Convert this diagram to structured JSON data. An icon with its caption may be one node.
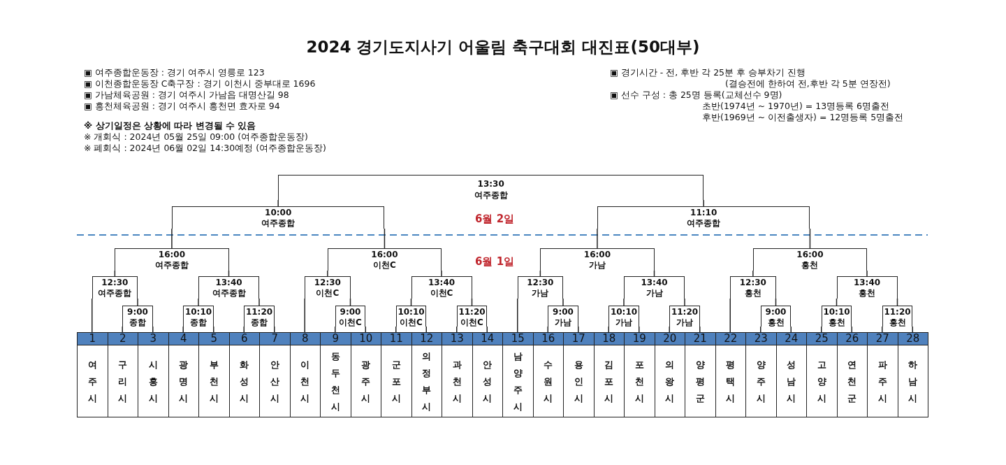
{
  "diagram": {
    "title": "2024 경기도지사기 어울림 축구대회 대진표(50대부)",
    "nodes": [
      {
        "text": [
          "13:30",
          "여주종합"
        ]
      },
      {
        "text": [
          "10:00",
          "여주종합"
        ]
      },
      {
        "text": [
          "11:10",
          "여주종합"
        ]
      },
      {
        "text": [
          "16:00",
          "여주종합"
        ]
      },
      {
        "text": [
          "12:30",
          "여주종합"
        ]
      },
      {
        "text": [
          "13:40",
          "여주종합"
        ]
      },
      {
        "text": [
          "9:00",
          "종합"
        ]
      },
      {
        "text": [
          "10:10",
          "종합"
        ]
      },
      {
        "text": [
          "11:20",
          "종합"
        ]
      },
      {
        "text": [
          "16:00",
          "이천C"
        ]
      },
      {
        "text": [
          "12:30",
          "이천C"
        ]
      },
      {
        "text": [
          "13:40",
          "이천C"
        ]
      },
      {
        "text": [
          "9:00",
          "이천C"
        ]
      },
      {
        "text": [
          "10:10",
          "이천C"
        ]
      },
      {
        "text": [
          "11:20",
          "이천C"
        ]
      },
      {
        "text": [
          "16:00",
          "가남"
        ]
      },
      {
        "text": [
          "12:30",
          "가남"
        ]
      },
      {
        "text": [
          "13:40",
          "가남"
        ]
      },
      {
        "text": [
          "9:00",
          "가남"
        ]
      },
      {
        "text": [
          "10:10",
          "가남"
        ]
      },
      {
        "text": [
          "11:20",
          "가남"
        ]
      },
      {
        "text": [
          "16:00",
          "흥천"
        ]
      },
      {
        "text": [
          "12:30",
          "흥천"
        ]
      },
      {
        "text": [
          "13:40",
          "흥천"
        ]
      },
      {
        "text": [
          "9:00",
          "흥천"
        ]
      },
      {
        "text": [
          "10:10",
          "흥천"
        ]
      },
      {
        "text": [
          "11:20",
          "흥천"
        ]
      },
      {
        "text": [
          "1",
          "여주시"
        ]
      },
      {
        "text": [
          "2",
          "구리시"
        ]
      },
      {
        "text": [
          "3",
          "시흥시"
        ]
      },
      {
        "text": [
          "4",
          "광명시"
        ]
      },
      {
        "text": [
          "5",
          "부천시"
        ]
      },
      {
        "text": [
          "6",
          "화성시"
        ]
      },
      {
        "text": [
          "7",
          "안산시"
        ]
      },
      {
        "text": [
          "8",
          "이천시"
        ]
      },
      {
        "text": [
          "9",
          "동두천시"
        ]
      },
      {
        "text": [
          "10",
          "광주시"
        ]
      },
      {
        "text": [
          "11",
          "군포시"
        ]
      },
      {
        "text": [
          "12",
          "의정부시"
        ]
      },
      {
        "text": [
          "13",
          "과천시"
        ]
      },
      {
        "text": [
          "14",
          "안성시"
        ]
      },
      {
        "text": [
          "15",
          "남양주시"
        ]
      },
      {
        "text": [
          "16",
          "수원시"
        ]
      },
      {
        "text": [
          "17",
          "용인시"
        ]
      },
      {
        "text": [
          "18",
          "김포시"
        ]
      },
      {
        "text": [
          "19",
          "포천시"
        ]
      },
      {
        "text": [
          "20",
          "의왕시"
        ]
      },
      {
        "text": [
          "21",
          "양평군"
        ]
      },
      {
        "text": [
          "22",
          "평택시"
        ]
      },
      {
        "text": [
          "23",
          "양주시"
        ]
      },
      {
        "text": [
          "24",
          "성남시"
        ]
      },
      {
        "text": [
          "25",
          "고양시"
        ]
      },
      {
        "text": [
          "26",
          "연천군"
        ]
      },
      {
        "text": [
          "27",
          "파주시"
        ]
      },
      {
        "text": [
          "28",
          "하남시"
        ]
      }
    ],
    "edges": [
      {
        "from": 1,
        "to": 0,
        "arrow": "none"
      },
      {
        "from": 2,
        "to": 0,
        "arrow": "none"
      },
      {
        "from": 3,
        "to": 1,
        "arrow": "none"
      },
      {
        "from": 9,
        "to": 1,
        "arrow": "none"
      },
      {
        "from": 15,
        "to": 2,
        "arrow": "none"
      },
      {
        "from": 21,
        "to": 2,
        "arrow": "none"
      },
      {
        "from": 4,
        "to": 3,
        "arrow": "none"
      },
      {
        "from": 5,
        "to": 3,
        "arrow": "none"
      },
      {
        "from": 27,
        "to": 4,
        "arrow": "none"
      },
      {
        "from": 6,
        "to": 4,
        "arrow": "none"
      },
      {
        "from": 28,
        "to": 6,
        "arrow": "none"
      },
      {
        "from": 29,
        "to": 6,
        "arrow": "none"
      },
      {
        "from": 7,
        "to": 5,
        "arrow": "none"
      },
      {
        "from": 8,
        "to": 5,
        "arrow": "none"
      },
      {
        "from": 30,
        "to": 7,
        "arrow": "none"
      },
      {
        "from": 31,
        "to": 7,
        "arrow": "none"
      },
      {
        "from": 32,
        "to": 8,
        "arrow": "none"
      },
      {
        "from": 33,
        "to": 8,
        "arrow": "none"
      },
      {
        "from": 10,
        "to": 9,
        "arrow": "none"
      },
      {
        "from": 11,
        "to": 9,
        "arrow": "none"
      },
      {
        "from": 34,
        "to": 10,
        "arrow": "none"
      },
      {
        "from": 12,
        "to": 10,
        "arrow": "none"
      },
      {
        "from": 35,
        "to": 12,
        "arrow": "none"
      },
      {
        "from": 36,
        "to": 12,
        "arrow": "none"
      },
      {
        "from": 13,
        "to": 11,
        "arrow": "none"
      },
      {
        "from": 14,
        "to": 11,
        "arrow": "none"
      },
      {
        "from": 37,
        "to": 13,
        "arrow": "none"
      },
      {
        "from": 38,
        "to": 13,
        "arrow": "none"
      },
      {
        "from": 39,
        "to": 14,
        "arrow": "none"
      },
      {
        "from": 40,
        "to": 14,
        "arrow": "none"
      },
      {
        "from": 16,
        "to": 15,
        "arrow": "none"
      },
      {
        "from": 17,
        "to": 15,
        "arrow": "none"
      },
      {
        "from": 41,
        "to": 16,
        "arrow": "none"
      },
      {
        "from": 18,
        "to": 16,
        "arrow": "none"
      },
      {
        "from": 42,
        "to": 18,
        "arrow": "none"
      },
      {
        "from": 43,
        "to": 18,
        "arrow": "none"
      },
      {
        "from": 19,
        "to": 17,
        "arrow": "none"
      },
      {
        "from": 20,
        "to": 17,
        "arrow": "none"
      },
      {
        "from": 44,
        "to": 19,
        "arrow": "none"
      },
      {
        "from": 45,
        "to": 19,
        "arrow": "none"
      },
      {
        "from": 46,
        "to": 20,
        "arrow": "none"
      },
      {
        "from": 47,
        "to": 20,
        "arrow": "none"
      },
      {
        "from": 22,
        "to": 21,
        "arrow": "none"
      },
      {
        "from": 23,
        "to": 21,
        "arrow": "none"
      },
      {
        "from": 48,
        "to": 22,
        "arrow": "none"
      },
      {
        "from": 24,
        "to": 22,
        "arrow": "none"
      },
      {
        "from": 49,
        "to": 24,
        "arrow": "none"
      },
      {
        "from": 50,
        "to": 24,
        "arrow": "none"
      },
      {
        "from": 25,
        "to": 23,
        "arrow": "none"
      },
      {
        "from": 26,
        "to": 23,
        "arrow": "none"
      },
      {
        "from": 51,
        "to": 25,
        "arrow": "none"
      },
      {
        "from": 52,
        "to": 25,
        "arrow": "none"
      },
      {
        "from": 53,
        "to": 26,
        "arrow": "none"
      },
      {
        "from": 54,
        "to": 26,
        "arrow": "none"
      }
    ],
    "labels": [
      "▣ 여주종합운동장 : 경기 여주시 영릉로 123",
      "▣ 이천종합운동장 C축구장 : 경기 이천시 중부대로 1696",
      "▣ 가남체육공원 : 경기 여주시 가남읍 대명산길 98",
      "▣ 흥천체육공원 : 경기 여주시 흥천면 효자로 94",
      "※ 상기일정은 상황에 따라 변경될 수 있음",
      "※ 개회식 : 2024년 05월 25일 09:00 (여주종합운동장)",
      "※ 폐회식 : 2024년 06월 02일 14:30예정 (여주종합운동장)",
      "▣ 경기시간 - 전, 후반 각 25분 후 승부차기 진행",
      "(결승전에 한하여 전,후반 각 5분 연장전)",
      "▣ 선수 구성 : 총 25명 등록(교체선수 9명)",
      "초반(1974년 ~ 1970년) = 13명등록 6명출전",
      "후반(1969년 ~ 이전출생자) = 12명등록 5명출전",
      "6월 2일",
      "6월 1일"
    ]
  }
}
